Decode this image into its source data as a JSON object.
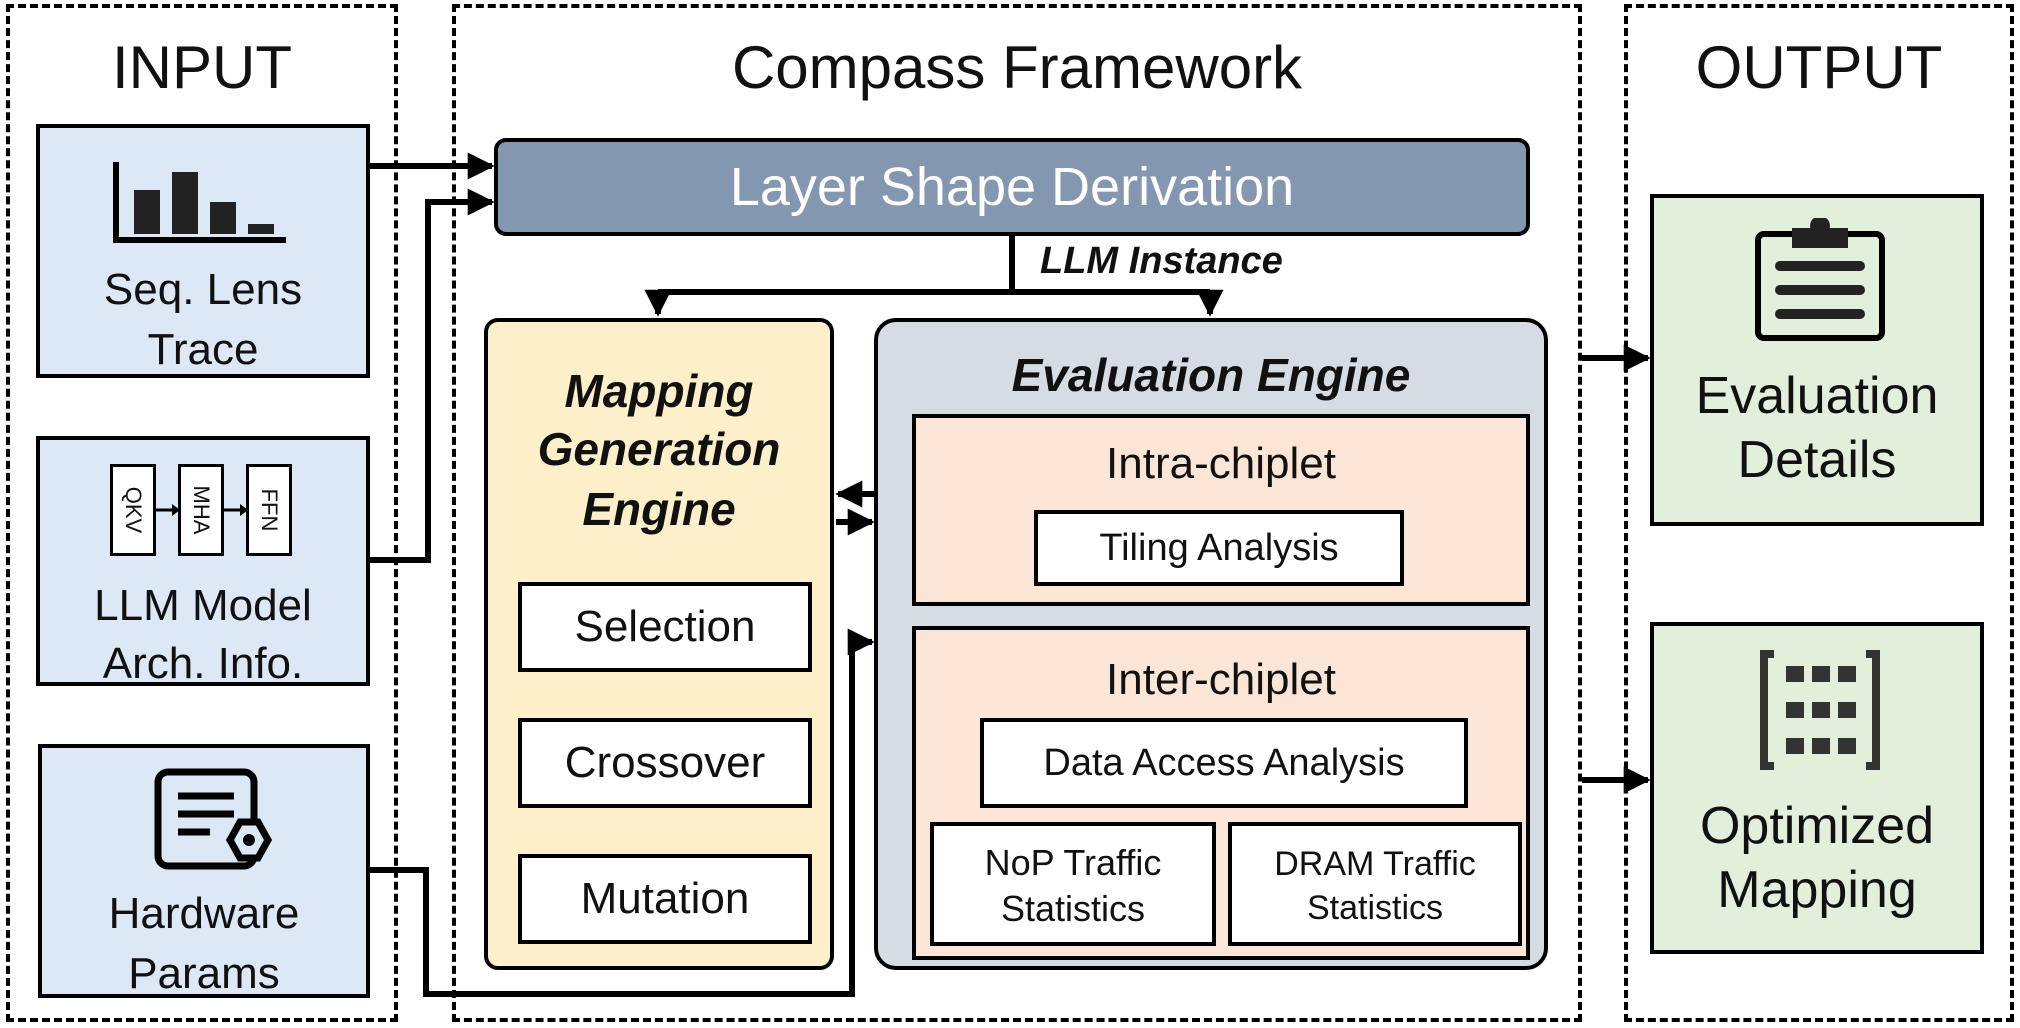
{
  "regions": {
    "input_title": "INPUT",
    "framework_title": "Compass Framework",
    "output_title": "OUTPUT"
  },
  "inputs": {
    "seq_lens": [
      "Seq. Lens",
      "Trace"
    ],
    "llm_model": [
      "LLM Model",
      "Arch. Info."
    ],
    "llm_blocks": [
      "QKV",
      "MHA",
      "FFN"
    ],
    "hardware": [
      "Hardware",
      "Params"
    ]
  },
  "framework": {
    "layer_shape": "Layer Shape Derivation",
    "llm_instance": "LLM Instance",
    "mapping_engine": {
      "title_lines": [
        "Mapping",
        "Generation",
        "Engine"
      ],
      "selection": "Selection",
      "crossover": "Crossover",
      "mutation": "Mutation"
    },
    "evaluation_engine": {
      "title": "Evaluation Engine",
      "intra": "Intra-chiplet",
      "tiling": "Tiling Analysis",
      "inter": "Inter-chiplet",
      "data_access": "Data Access Analysis",
      "nop": [
        "NoP Traffic",
        "Statistics"
      ],
      "dram": [
        "DRAM Traffic",
        "Statistics"
      ]
    }
  },
  "outputs": {
    "evaluation": [
      "Evaluation",
      "Details"
    ],
    "mapping": [
      "Optimized",
      "Mapping"
    ]
  },
  "colors": {
    "input_fill": "#dce8f5",
    "output_fill": "#e2efda",
    "layer_fill": "#8497b0",
    "mapping_fill": "#fcefc9",
    "evaluation_fill": "#d6dce4",
    "chiplet_fill": "#fbe5d6"
  }
}
